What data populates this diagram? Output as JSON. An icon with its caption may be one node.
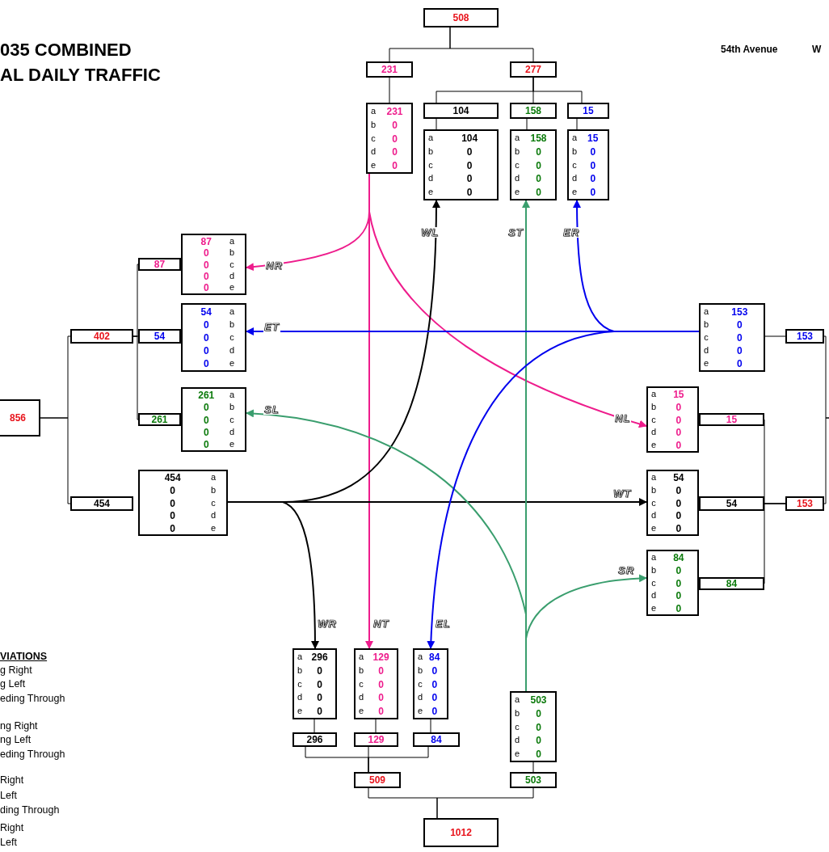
{
  "diagram": {
    "title": "035 COMBINED AL DAILY TRAFFIC",
    "nodes": [
      {
        "text": [
          "508"
        ]
      },
      {
        "text": [
          "231"
        ]
      },
      {
        "text": [
          "277"
        ]
      },
      {
        "text": [
          "a",
          "231",
          "b",
          "0",
          "c",
          "0",
          "d",
          "0",
          "e",
          "0"
        ]
      },
      {
        "text": [
          "104"
        ]
      },
      {
        "text": [
          "158"
        ]
      },
      {
        "text": [
          "15"
        ]
      },
      {
        "text": [
          "a",
          "104",
          "b",
          "0",
          "c",
          "0",
          "d",
          "0",
          "e",
          "0"
        ]
      },
      {
        "text": [
          "a",
          "158",
          "b",
          "0",
          "c",
          "0",
          "d",
          "0",
          "e",
          "0"
        ]
      },
      {
        "text": [
          "a",
          "15",
          "b",
          "0",
          "c",
          "0",
          "d",
          "0",
          "e",
          "0"
        ]
      },
      {
        "text": [
          "856"
        ]
      },
      {
        "text": [
          "402"
        ]
      },
      {
        "text": [
          "87"
        ]
      },
      {
        "text": [
          "87",
          "a",
          "0",
          "b",
          "0",
          "c",
          "0",
          "d",
          "0",
          "e"
        ]
      },
      {
        "text": [
          "54"
        ]
      },
      {
        "text": [
          "54",
          "a",
          "0",
          "b",
          "0",
          "c",
          "0",
          "d",
          "0",
          "e"
        ]
      },
      {
        "text": [
          "261"
        ]
      },
      {
        "text": [
          "261",
          "a",
          "0",
          "b",
          "0",
          "c",
          "0",
          "d",
          "0",
          "e"
        ]
      },
      {
        "text": [
          "454"
        ]
      },
      {
        "text": [
          "454",
          "a",
          "0",
          "b",
          "0",
          "c",
          "0",
          "d",
          "0",
          "e"
        ]
      },
      {
        "text": [
          "a",
          "153",
          "b",
          "0",
          "c",
          "0",
          "d",
          "0",
          "e",
          "0"
        ]
      },
      {
        "text": [
          "153"
        ]
      },
      {
        "text": [
          "a",
          "15",
          "b",
          "0",
          "c",
          "0",
          "d",
          "0",
          "e",
          "0"
        ]
      },
      {
        "text": [
          "15"
        ]
      },
      {
        "text": [
          "a",
          "54",
          "b",
          "0",
          "c",
          "0",
          "d",
          "0",
          "e",
          "0"
        ]
      },
      {
        "text": [
          "54"
        ]
      },
      {
        "text": [
          "a",
          "84",
          "b",
          "0",
          "c",
          "0",
          "d",
          "0",
          "e",
          "0"
        ]
      },
      {
        "text": [
          "84"
        ]
      },
      {
        "text": [
          "153"
        ]
      },
      {
        "text": [
          "a",
          "296",
          "b",
          "0",
          "c",
          "0",
          "d",
          "0",
          "e",
          "0"
        ]
      },
      {
        "text": [
          "a",
          "129",
          "b",
          "0",
          "c",
          "0",
          "d",
          "0",
          "e",
          "0"
        ]
      },
      {
        "text": [
          "a",
          "84",
          "b",
          "0",
          "c",
          "0",
          "d",
          "0",
          "e",
          "0"
        ]
      },
      {
        "text": [
          "a",
          "503",
          "b",
          "0",
          "c",
          "0",
          "d",
          "0",
          "e",
          "0"
        ]
      },
      {
        "text": [
          "296"
        ]
      },
      {
        "text": [
          "129"
        ]
      },
      {
        "text": [
          "84"
        ]
      },
      {
        "text": [
          "509"
        ]
      },
      {
        "text": [
          "503"
        ]
      },
      {
        "text": [
          "1012"
        ]
      }
    ],
    "edges": [
      {
        "from": 0,
        "to": 1,
        "arrow": "none"
      },
      {
        "from": 0,
        "to": 2,
        "arrow": "none"
      },
      {
        "from": 1,
        "to": 3,
        "arrow": "none"
      },
      {
        "from": 2,
        "to": 4,
        "arrow": "none"
      },
      {
        "from": 2,
        "to": 5,
        "arrow": "none"
      },
      {
        "from": 2,
        "to": 6,
        "arrow": "none"
      },
      {
        "from": 4,
        "to": 7,
        "arrow": "none"
      },
      {
        "from": 5,
        "to": 8,
        "arrow": "none"
      },
      {
        "from": 6,
        "to": 9,
        "arrow": "none"
      },
      {
        "from": 10,
        "to": 11,
        "arrow": "none"
      },
      {
        "from": 10,
        "to": 18,
        "arrow": "none"
      },
      {
        "from": 11,
        "to": 12,
        "arrow": "none"
      },
      {
        "from": 11,
        "to": 14,
        "arrow": "none"
      },
      {
        "from": 11,
        "to": 16,
        "arrow": "none"
      },
      {
        "from": 20,
        "to": 21,
        "arrow": "none"
      },
      {
        "from": 21,
        "to": null,
        "arrow": "none"
      },
      {
        "from": 28,
        "to": null,
        "arrow": "none"
      },
      {
        "from": 23,
        "to": 28,
        "arrow": "none"
      },
      {
        "from": 25,
        "to": 28,
        "arrow": "none"
      },
      {
        "from": 27,
        "to": 28,
        "arrow": "none"
      },
      {
        "from": 29,
        "to": 33,
        "arrow": "none"
      },
      {
        "from": 30,
        "to": 34,
        "arrow": "none"
      },
      {
        "from": 31,
        "to": 35,
        "arrow": "none"
      },
      {
        "from": 33,
        "to": 36,
        "arrow": "none"
      },
      {
        "from": 34,
        "to": 36,
        "arrow": "none"
      },
      {
        "from": 35,
        "to": 36,
        "arrow": "none"
      },
      {
        "from": 32,
        "to": 37,
        "arrow": "none"
      },
      {
        "from": 36,
        "to": 38,
        "arrow": "none"
      },
      {
        "from": 37,
        "to": 38,
        "arrow": "none"
      },
      {
        "from": 3,
        "to": 13,
        "arrow": "to",
        "label": "NR",
        "color": "#ee1c8c"
      },
      {
        "from": 3,
        "to": 30,
        "arrow": "to",
        "label": "NT",
        "color": "#ee1c8c"
      },
      {
        "from": 3,
        "to": 22,
        "arrow": "to",
        "label": "NL",
        "color": "#ee1c8c"
      },
      {
        "from": 19,
        "to": 7,
        "arrow": "to",
        "label": "WL"
      },
      {
        "from": 19,
        "to": 24,
        "arrow": "to",
        "label": "WT"
      },
      {
        "from": 19,
        "to": 29,
        "arrow": "to",
        "label": "WR"
      },
      {
        "from": 32,
        "to": 8,
        "arrow": "to",
        "label": "ST",
        "color": "#3a9e6e"
      },
      {
        "from": 32,
        "to": 17,
        "arrow": "to",
        "label": "SL",
        "color": "#3a9e6e"
      },
      {
        "from": 32,
        "to": 26,
        "arrow": "to",
        "label": "SR",
        "color": "#3a9e6e"
      },
      {
        "from": 20,
        "to": 9,
        "arrow": "to",
        "label": "ER",
        "color": "#0000ee"
      },
      {
        "from": 20,
        "to": 15,
        "arrow": "to",
        "label": "ET",
        "color": "#0000ee"
      },
      {
        "from": 20,
        "to": 31,
        "arrow": "to",
        "label": "EL",
        "color": "#0000ee"
      }
    ],
    "labels": [
      "54th Avenue",
      "W",
      "VIATIONS",
      "g Right",
      "g Left",
      "eding Through",
      "ng Right",
      "ng Left",
      "eding Through",
      "Right",
      "Left",
      "ding Through",
      "Right",
      "Left"
    ]
  }
}
